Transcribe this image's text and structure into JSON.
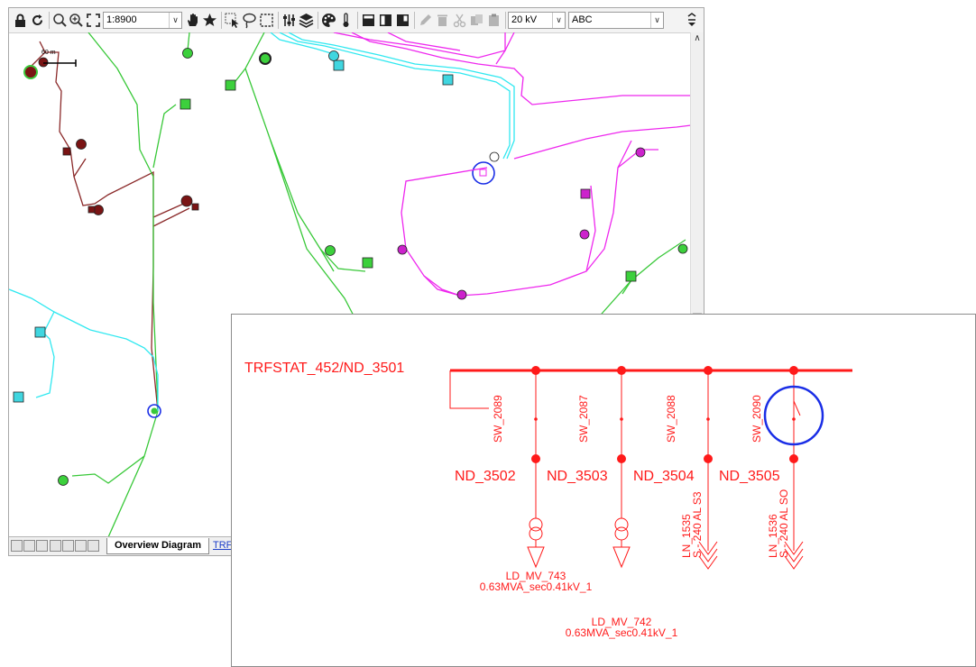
{
  "toolbar": {
    "scale_value": "1:8900",
    "voltage_value": "20 kV",
    "label_style_value": "ABC"
  },
  "map": {
    "scale_bar_label": "60 m"
  },
  "tabs": [
    {
      "label": "Overview Diagram"
    },
    {
      "label": "TRFS"
    }
  ],
  "sld": {
    "busbar_label": "TRFSTAT_452/ND_3501",
    "switches": [
      "SW_2089",
      "SW_2087",
      "SW_2088",
      "SW_2090"
    ],
    "nodes": [
      "ND_3502",
      "ND_3503",
      "ND_3504",
      "ND_3505"
    ],
    "lines": [
      {
        "name": "LN_1535",
        "spec": "S - 240 AL S3"
      },
      {
        "name": "LN_1536",
        "spec": "S - 240 AL SO"
      }
    ],
    "loads": [
      {
        "name": "LD_MV_743",
        "rating": "0.63MVA_sec0.41kV_1"
      },
      {
        "name": "LD_MV_742",
        "rating": "0.63MVA_sec0.41kV_1"
      }
    ]
  },
  "colors": {
    "sld_red": "#ff1a1a",
    "switch_circle": "#1a2ee6",
    "feeder_green": "#38c838",
    "feeder_cyan": "#30e8f0",
    "feeder_magenta": "#ee28ee",
    "feeder_brown": "#8b2a2a"
  }
}
